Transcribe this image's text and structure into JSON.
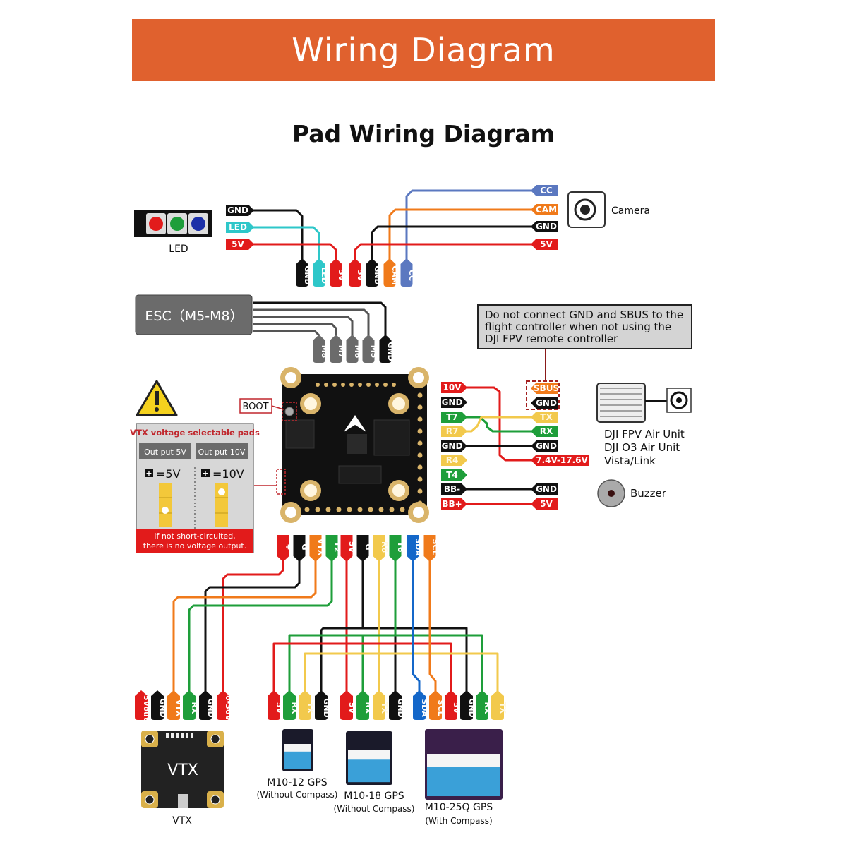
{
  "header": {
    "title": "Wiring Diagram",
    "subtitle": "Pad Wiring Diagram"
  },
  "colors": {
    "banner": "#e0612e",
    "red": "#e21b1b",
    "black": "#111111",
    "cyan": "#2ec7c9",
    "orange": "#f07a1a",
    "blue_gray": "#5b78c0",
    "green": "#1e9e3a",
    "yellow": "#f2c94c",
    "blue": "#1467c9",
    "gray": "#6b6b6b"
  },
  "led": {
    "label": "LED",
    "left_tags": [
      {
        "text": "GND",
        "color": "black"
      },
      {
        "text": "LED",
        "color": "cyan"
      },
      {
        "text": "5V",
        "color": "red"
      }
    ],
    "fc_pads": [
      {
        "text": "GND",
        "color": "black"
      },
      {
        "text": "LED",
        "color": "cyan"
      },
      {
        "text": "5V",
        "color": "red"
      }
    ]
  },
  "camera": {
    "label": "Camera",
    "right_tags": [
      {
        "text": "CC",
        "color": "blue_gray"
      },
      {
        "text": "CAM",
        "color": "orange"
      },
      {
        "text": "GND",
        "color": "black"
      },
      {
        "text": "5V",
        "color": "red"
      }
    ],
    "fc_pads": [
      {
        "text": "5V",
        "color": "red"
      },
      {
        "text": "GND",
        "color": "black"
      },
      {
        "text": "CAM",
        "color": "orange"
      },
      {
        "text": "CC",
        "color": "blue_gray"
      }
    ]
  },
  "esc": {
    "label": "ESC（M5-M8）",
    "pads": [
      {
        "text": "M8",
        "color": "gray"
      },
      {
        "text": "M7",
        "color": "gray"
      },
      {
        "text": "M6",
        "color": "gray"
      },
      {
        "text": "M5",
        "color": "gray"
      },
      {
        "text": "GND",
        "color": "black"
      }
    ]
  },
  "board": {
    "boot_label": "BOOT"
  },
  "vtx_selector": {
    "title": "VTX voltage selectable pads",
    "options": [
      {
        "header": "Out put 5V",
        "value": "=5V"
      },
      {
        "header": "Out put 10V",
        "value": "=10V"
      }
    ],
    "warning_line1": "If not short-circuited,",
    "warning_line2": "there is no voltage output."
  },
  "dji": {
    "note": [
      "Do not connect GND and SBUS to the",
      "flight controller when not using the",
      "DJI FPV remote controller"
    ],
    "fc_pads": [
      {
        "text": "10V",
        "color": "red"
      },
      {
        "text": "GND",
        "color": "black"
      },
      {
        "text": "T7",
        "color": "green"
      },
      {
        "text": "R7",
        "color": "yellow"
      },
      {
        "text": "GND",
        "color": "black"
      },
      {
        "text": "R4",
        "color": "yellow"
      },
      {
        "text": "T4",
        "color": "green"
      },
      {
        "text": "BB-",
        "color": "black"
      },
      {
        "text": "BB+",
        "color": "red"
      }
    ],
    "unit_pads": [
      {
        "text": "SBUS",
        "color": "orange"
      },
      {
        "text": "GND",
        "color": "black"
      },
      {
        "text": "TX",
        "color": "yellow"
      },
      {
        "text": "RX",
        "color": "green"
      },
      {
        "text": "GND",
        "color": "black"
      },
      {
        "text": "7.4V-17.6V",
        "color": "red"
      }
    ],
    "buzzer_pads": [
      {
        "text": "GND",
        "color": "black"
      },
      {
        "text": "5V",
        "color": "red"
      }
    ],
    "unit_labels": [
      "DJI FPV Air Unit",
      "DJI O3 Air Unit",
      "Vista/Link"
    ],
    "buzzer_label": "Buzzer"
  },
  "bottom_pads": [
    {
      "text": "+",
      "color": "red"
    },
    {
      "text": "G",
      "color": "black"
    },
    {
      "text": "VTX",
      "color": "orange"
    },
    {
      "text": "T2",
      "color": "green"
    },
    {
      "text": "5V",
      "color": "red"
    },
    {
      "text": "G",
      "color": "black"
    },
    {
      "text": "R6",
      "color": "yellow"
    },
    {
      "text": "T6",
      "color": "green"
    },
    {
      "text": "SDA",
      "color": "blue"
    },
    {
      "text": "SCL",
      "color": "orange"
    }
  ],
  "vtx": {
    "label": "VTX",
    "chip_label": "VTX",
    "pads": [
      {
        "text": "5Vout",
        "color": "red"
      },
      {
        "text": "GND",
        "color": "black"
      },
      {
        "text": "VTX",
        "color": "orange"
      },
      {
        "text": "RX",
        "color": "green"
      },
      {
        "text": "GND",
        "color": "black"
      },
      {
        "text": "6-36V",
        "color": "red"
      }
    ]
  },
  "gps": [
    {
      "name": "M10-12 GPS",
      "note": "(Without Compass)",
      "pads": [
        {
          "text": "5V",
          "color": "red"
        },
        {
          "text": "RX",
          "color": "green"
        },
        {
          "text": "TX",
          "color": "yellow"
        },
        {
          "text": "GND",
          "color": "black"
        }
      ]
    },
    {
      "name": "M10-18 GPS",
      "note": "(Without Compass)",
      "pads": [
        {
          "text": "5V",
          "color": "red"
        },
        {
          "text": "RX",
          "color": "green"
        },
        {
          "text": "TX",
          "color": "yellow"
        },
        {
          "text": "GND",
          "color": "black"
        }
      ]
    },
    {
      "name": "M10-25Q GPS",
      "note": "(With Compass)",
      "pads": [
        {
          "text": "SDA",
          "color": "blue"
        },
        {
          "text": "SCL",
          "color": "orange"
        },
        {
          "text": "5V",
          "color": "red"
        },
        {
          "text": "GND",
          "color": "black"
        },
        {
          "text": "RX",
          "color": "green"
        },
        {
          "text": "TX",
          "color": "yellow"
        }
      ]
    }
  ]
}
